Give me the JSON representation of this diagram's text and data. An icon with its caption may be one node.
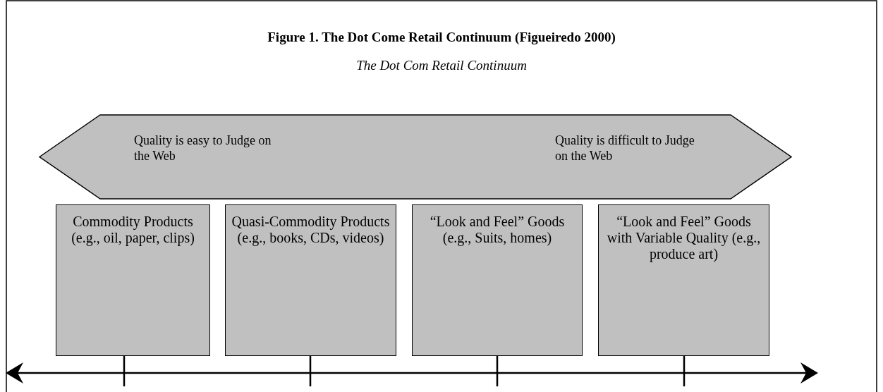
{
  "diagram": {
    "title": "Figure 1. The Dot Come Retail Continuum (Figueiredo 2000)",
    "nodes": [
      {
        "text": [
          "Quality is easy to Judge on the Web",
          "Quality is difficult to Judge on the Web"
        ]
      },
      {
        "text": [
          "Commodity Products (e.g., oil, paper, clips)"
        ]
      },
      {
        "text": [
          "Quasi-Commodity Products (e.g., books, CDs, videos)"
        ]
      },
      {
        "text": [
          "“Look and Feel” Goods (e.g., Suits, homes)"
        ]
      },
      {
        "text": [
          "“Look and Feel” Goods with Variable Quality (e.g., produce art)"
        ]
      }
    ],
    "edges": [],
    "labels": [
      "The Dot Com Retail Continuum"
    ]
  }
}
